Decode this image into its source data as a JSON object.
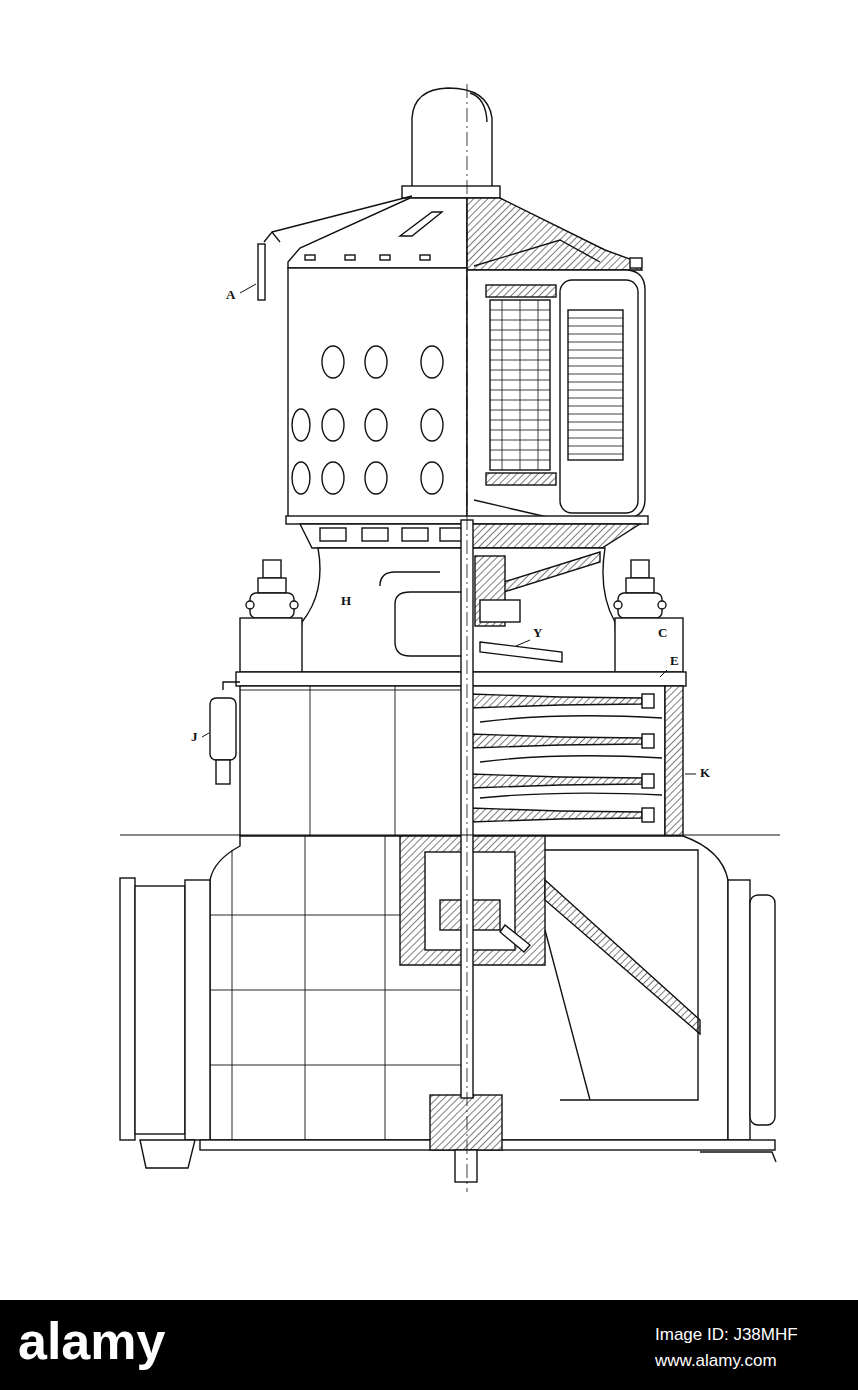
{
  "diagram": {
    "labels": [
      "A",
      "H",
      "C",
      "Y",
      "E",
      "J",
      "K",
      "alamy",
      "Image ID: J38MHF",
      "www.alamy.com"
    ]
  }
}
